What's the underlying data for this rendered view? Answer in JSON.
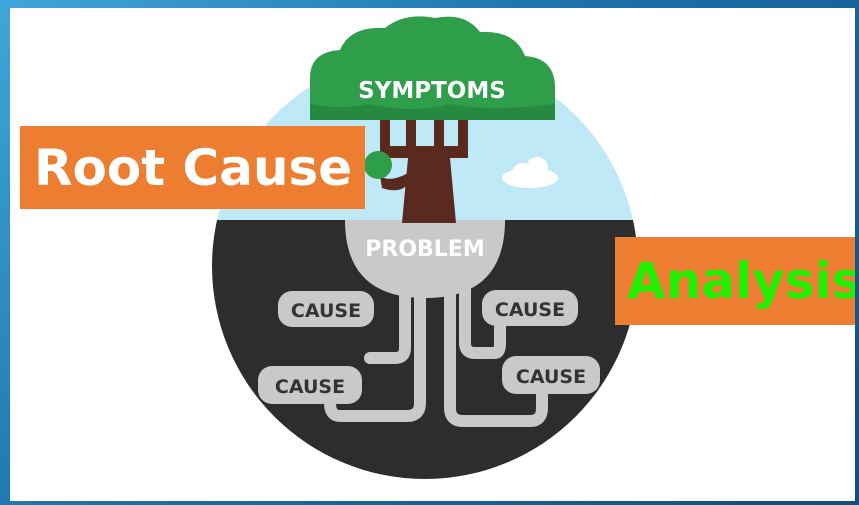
{
  "title_left": "Root Cause",
  "title_right": "Analysis",
  "tree": {
    "crown_label": "SYMPTOMS",
    "trunk_label": "PROBLEM",
    "roots": [
      "CAUSE",
      "CAUSE",
      "CAUSE",
      "CAUSE"
    ]
  },
  "colors": {
    "frame": "#1f7fb8",
    "label_box": "#ed7d31",
    "root_cause_text": "#ffffff",
    "analysis_text": "#22ee00",
    "foliage": "#2e9e4a",
    "sky": "#bfe9f7",
    "ground": "#2d2d2d",
    "roots": "#c9c9c9",
    "trunk": "#5a2a1f"
  }
}
